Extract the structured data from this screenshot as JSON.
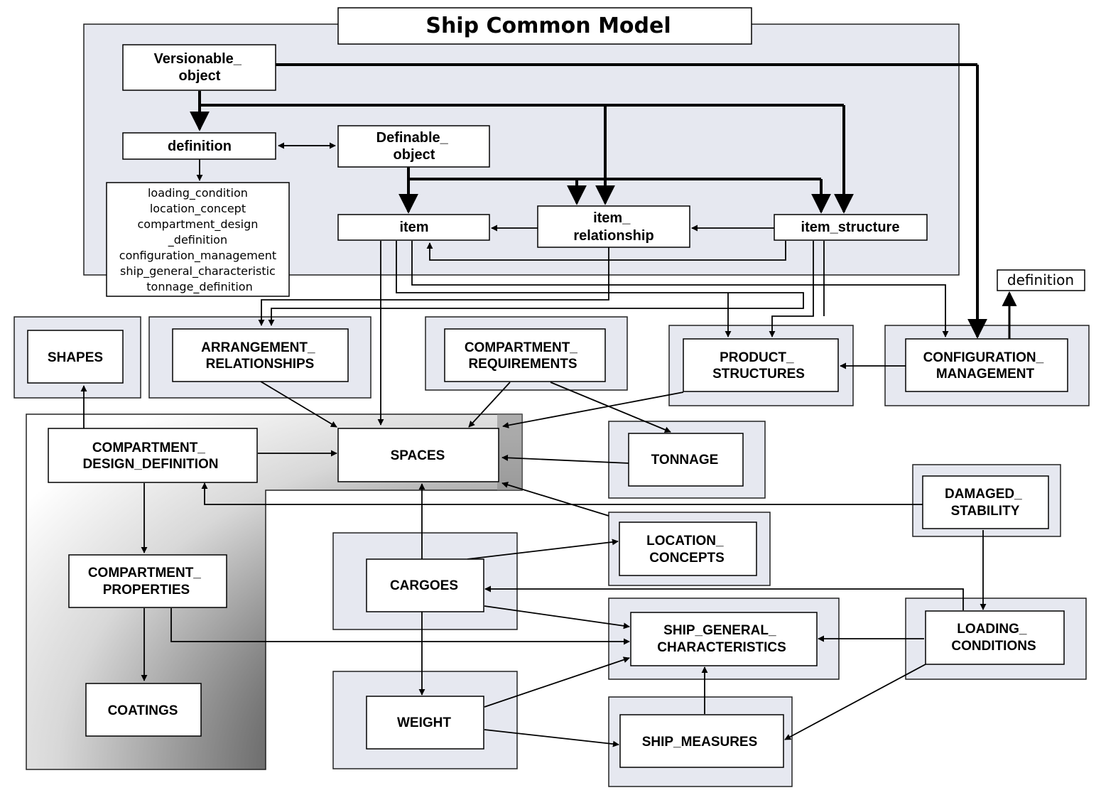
{
  "title": "Ship Common Model",
  "colors": {
    "panel": "#e6e8f0",
    "panel_border": "#222222",
    "box": "#ffffff",
    "line": "#000000",
    "gradient_dark": "#000000",
    "gradient_light": "#ffffff"
  },
  "top_section": {
    "versionable": [
      "Versionable_",
      "object"
    ],
    "definition": "definition",
    "definable": [
      "Definable_",
      "object"
    ],
    "definition_list": [
      "loading_condition",
      "location_concept",
      "compartment_design",
      "_definition",
      "configuration_management",
      "ship_general_characteristic",
      "tonnage_definition"
    ],
    "item": "item",
    "item_relationship": [
      "item_",
      "relationship"
    ],
    "item_structure": "item_structure",
    "definition_right": "definition"
  },
  "modules": {
    "shapes": [
      "SHAPES"
    ],
    "arrangement": [
      "ARRANGEMENT_",
      "RELATIONSHIPS"
    ],
    "compartment_requirements": [
      "COMPARTMENT_",
      "REQUIREMENTS"
    ],
    "product_structures": [
      "PRODUCT_",
      "STRUCTURES"
    ],
    "configuration_management": [
      "CONFIGURATION_",
      "MANAGEMENT"
    ],
    "compartment_design_definition": [
      "COMPARTMENT_",
      "DESIGN_DEFINITION"
    ],
    "spaces": [
      "SPACES"
    ],
    "tonnage": [
      "TONNAGE"
    ],
    "damaged_stability": [
      "DAMAGED_",
      "STABILITY"
    ],
    "location_concepts": [
      "LOCATION_",
      "CONCEPTS"
    ],
    "compartment_properties": [
      "COMPARTMENT_",
      "PROPERTIES"
    ],
    "cargoes": [
      "CARGOES"
    ],
    "ship_general_characteristics": [
      "SHIP_GENERAL_",
      "CHARACTERISTICS"
    ],
    "loading_conditions": [
      "LOADING_",
      "CONDITIONS"
    ],
    "coatings": [
      "COATINGS"
    ],
    "weight": [
      "WEIGHT"
    ],
    "ship_measures": [
      "SHIP_MEASURES"
    ]
  }
}
